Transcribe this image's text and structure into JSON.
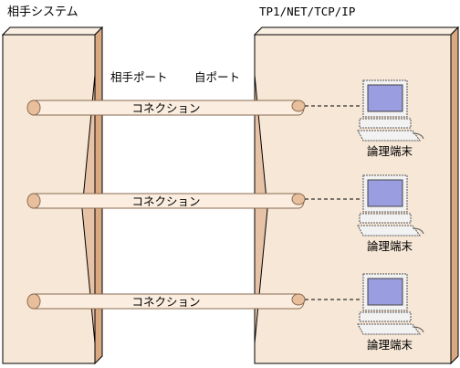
{
  "left_system_label": "相手システム",
  "right_system_label": "TP1/NET/TCP/IP",
  "remote_port_label": "相手ポート",
  "local_port_label": "自ポート",
  "connections": [
    {
      "label": "コネクション",
      "terminal_label": "論理端末"
    },
    {
      "label": "コネクション",
      "terminal_label": "論理端末"
    },
    {
      "label": "コネクション",
      "terminal_label": "論理端末"
    }
  ],
  "colors": {
    "system_fill": "#f6e7d7",
    "port_fill": "#e6c2a6",
    "tube_fill": "#fbeee0",
    "tube_end": "#e8bf9c",
    "screen": "#9a9de0",
    "terminal_body": "#f2f2f2"
  }
}
